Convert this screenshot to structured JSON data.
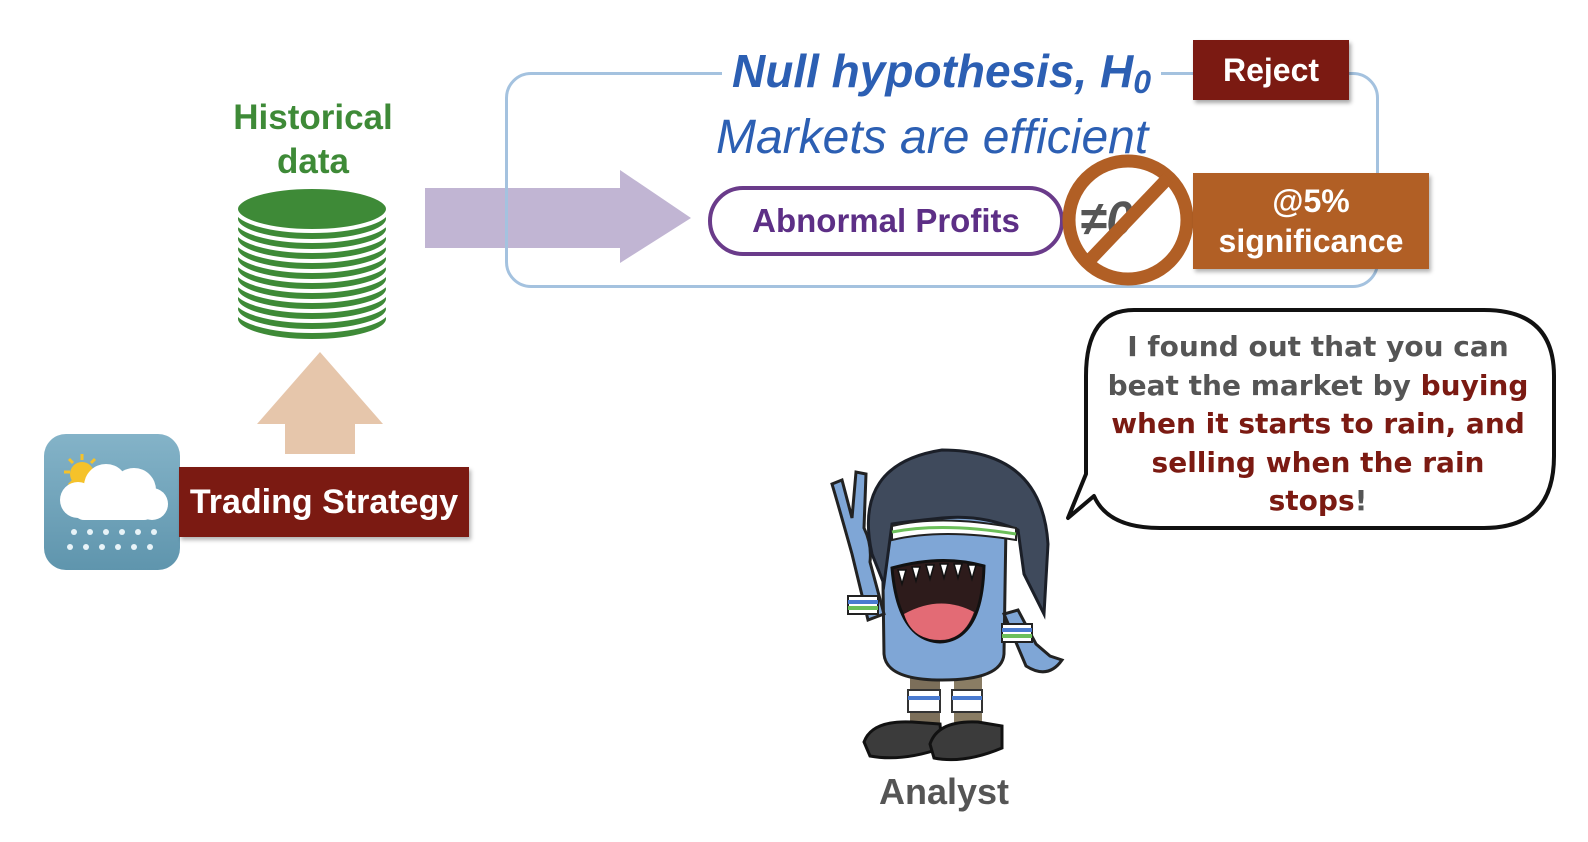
{
  "historical_data": {
    "line1": "Historical",
    "line2": "data"
  },
  "null_hypothesis": {
    "title": "Null hypothesis, H",
    "subscript": "0",
    "statement": "Markets are efficient",
    "abnormal_profits": "Abnormal Profits",
    "comparison": "≠0"
  },
  "reject_label": "Reject",
  "significance": {
    "line1": "@5%",
    "line2": "significance"
  },
  "trading_strategy": "Trading Strategy",
  "speech": {
    "part1": "I found out that you can beat the market by ",
    "part2": "buying when it starts to rain, and selling when the rain stops",
    "part3": "!"
  },
  "analyst_label": "Analyst",
  "colors": {
    "green": "#3e8a37",
    "blue": "#2c5fb3",
    "purple": "#5d2f86",
    "dark_red": "#7b1a12",
    "orange": "#b15f25",
    "lavender_arrow": "#c1b5d3",
    "peach_arrow": "#e6c6ab"
  }
}
